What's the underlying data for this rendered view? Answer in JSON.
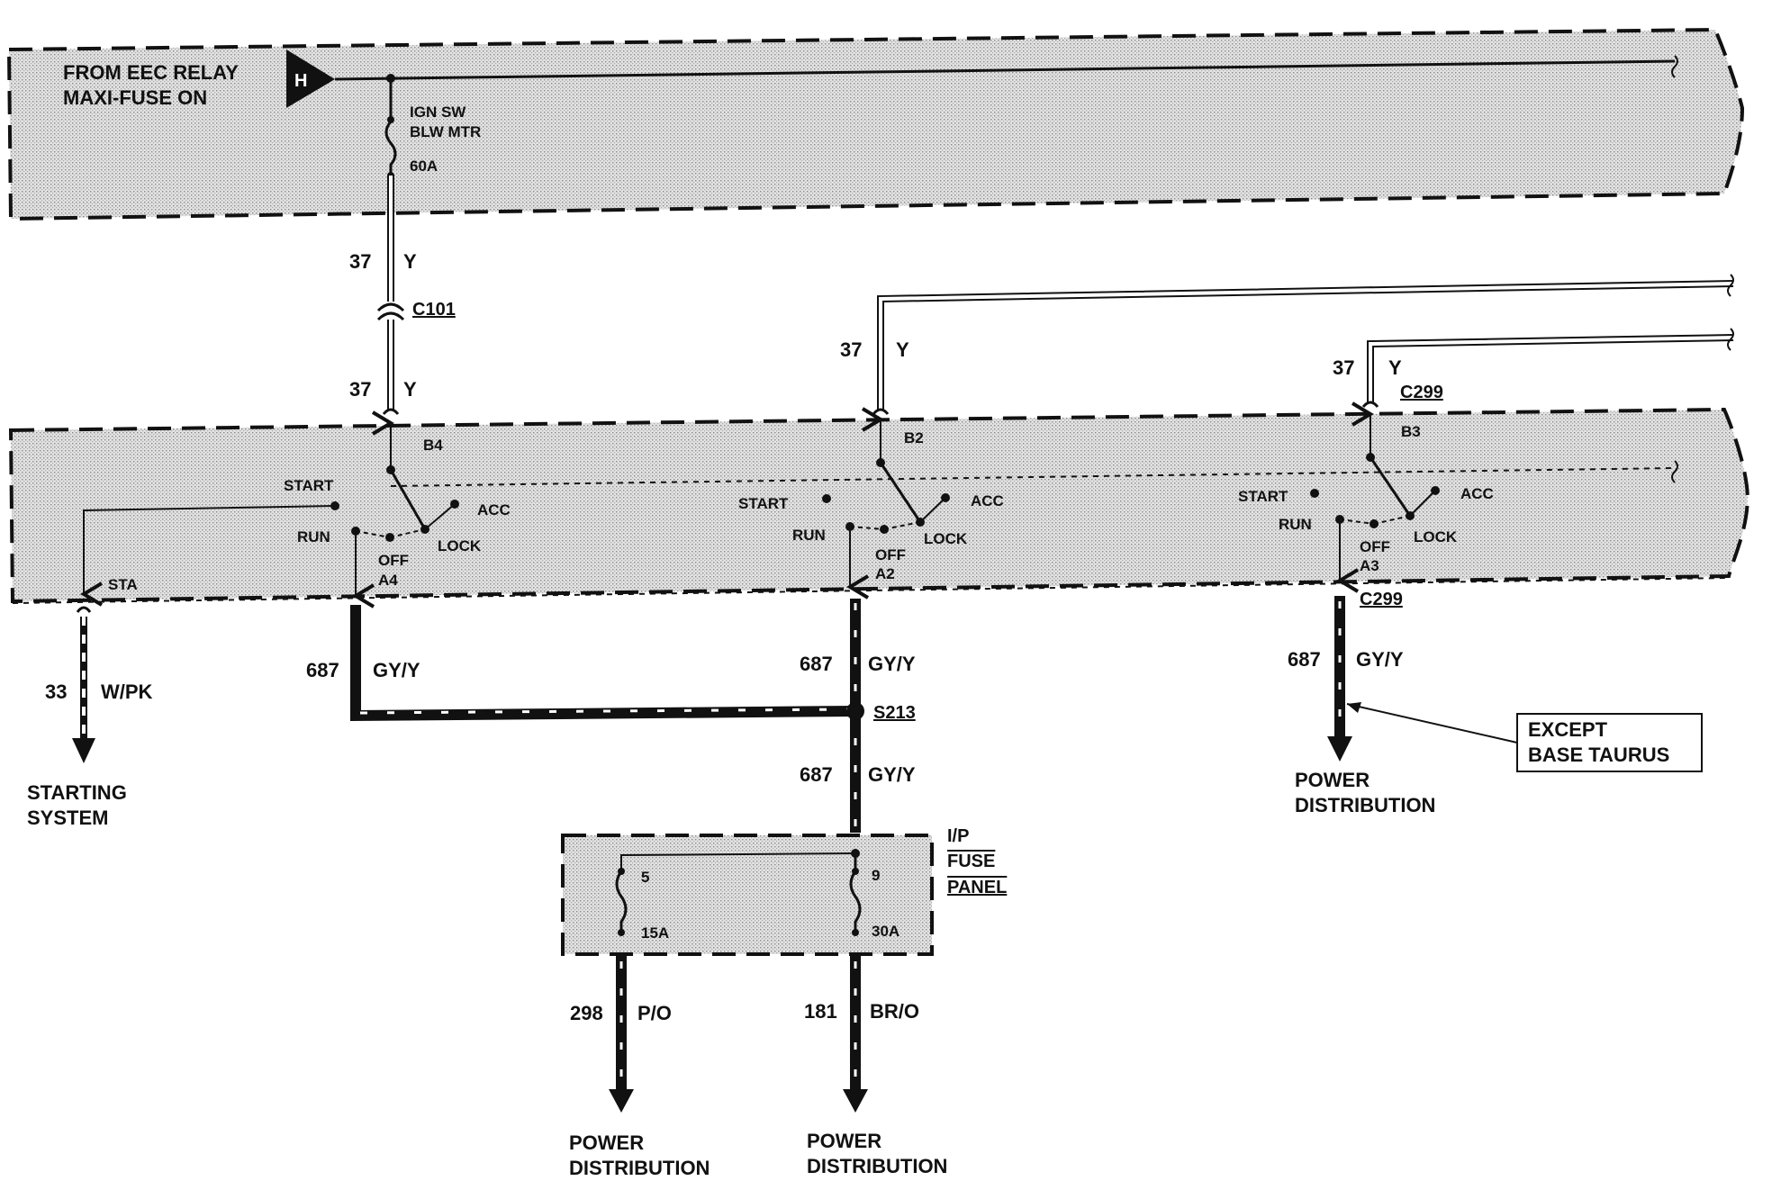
{
  "source": {
    "line1": "FROM EEC RELAY",
    "line2": "MAXI-FUSE ON",
    "connector_letter": "H"
  },
  "maxi_fuse": {
    "name1": "IGN SW",
    "name2": "BLW MTR",
    "rating": "60A"
  },
  "wires": {
    "main_upper": {
      "circuit": "37",
      "color": "Y"
    },
    "main_lower": {
      "circuit": "37",
      "color": "Y"
    },
    "mid_feed": {
      "circuit": "37",
      "color": "Y"
    },
    "right_feed": {
      "circuit": "37",
      "color": "Y"
    },
    "start_out": {
      "circuit": "33",
      "color": "W/PK"
    },
    "left_out": {
      "circuit": "687",
      "color": "GY/Y"
    },
    "mid_out": {
      "circuit": "687",
      "color": "GY/Y"
    },
    "splice_out": {
      "circuit": "687",
      "color": "GY/Y"
    },
    "right_out": {
      "circuit": "687",
      "color": "GY/Y"
    },
    "fuse5_out": {
      "circuit": "298",
      "color": "P/O"
    },
    "fuse9_out": {
      "circuit": "181",
      "color": "BR/O"
    }
  },
  "connectors": {
    "c101": "C101",
    "c299_top": "C299",
    "c299_bottom": "C299",
    "splice": "S213"
  },
  "switches": [
    {
      "pin_top": "B4",
      "start": "START",
      "run": "RUN",
      "off": "OFF",
      "pin_bottom": "A4",
      "lock": "LOCK",
      "acc": "ACC",
      "sta": "STA"
    },
    {
      "pin_top": "B2",
      "start": "START",
      "run": "RUN",
      "off": "OFF",
      "pin_bottom": "A2",
      "lock": "LOCK",
      "acc": "ACC"
    },
    {
      "pin_top": "B3",
      "start": "START",
      "run": "RUN",
      "off": "OFF",
      "pin_bottom": "A3",
      "lock": "LOCK",
      "acc": "ACC"
    }
  ],
  "fuse_panel": {
    "label1": "I/P",
    "label2": "FUSE",
    "label3": "PANEL",
    "fuse_a": {
      "number": "5",
      "rating": "15A"
    },
    "fuse_b": {
      "number": "9",
      "rating": "30A"
    }
  },
  "destinations": {
    "starting": {
      "line1": "STARTING",
      "line2": "SYSTEM"
    },
    "fuse5": {
      "line1": "POWER",
      "line2": "DISTRIBUTION"
    },
    "fuse9": {
      "line1": "POWER",
      "line2": "DISTRIBUTION"
    },
    "right": {
      "line1": "POWER",
      "line2": "DISTRIBUTION"
    }
  },
  "note": {
    "line1": "EXCEPT",
    "line2": "BASE TAURUS"
  }
}
